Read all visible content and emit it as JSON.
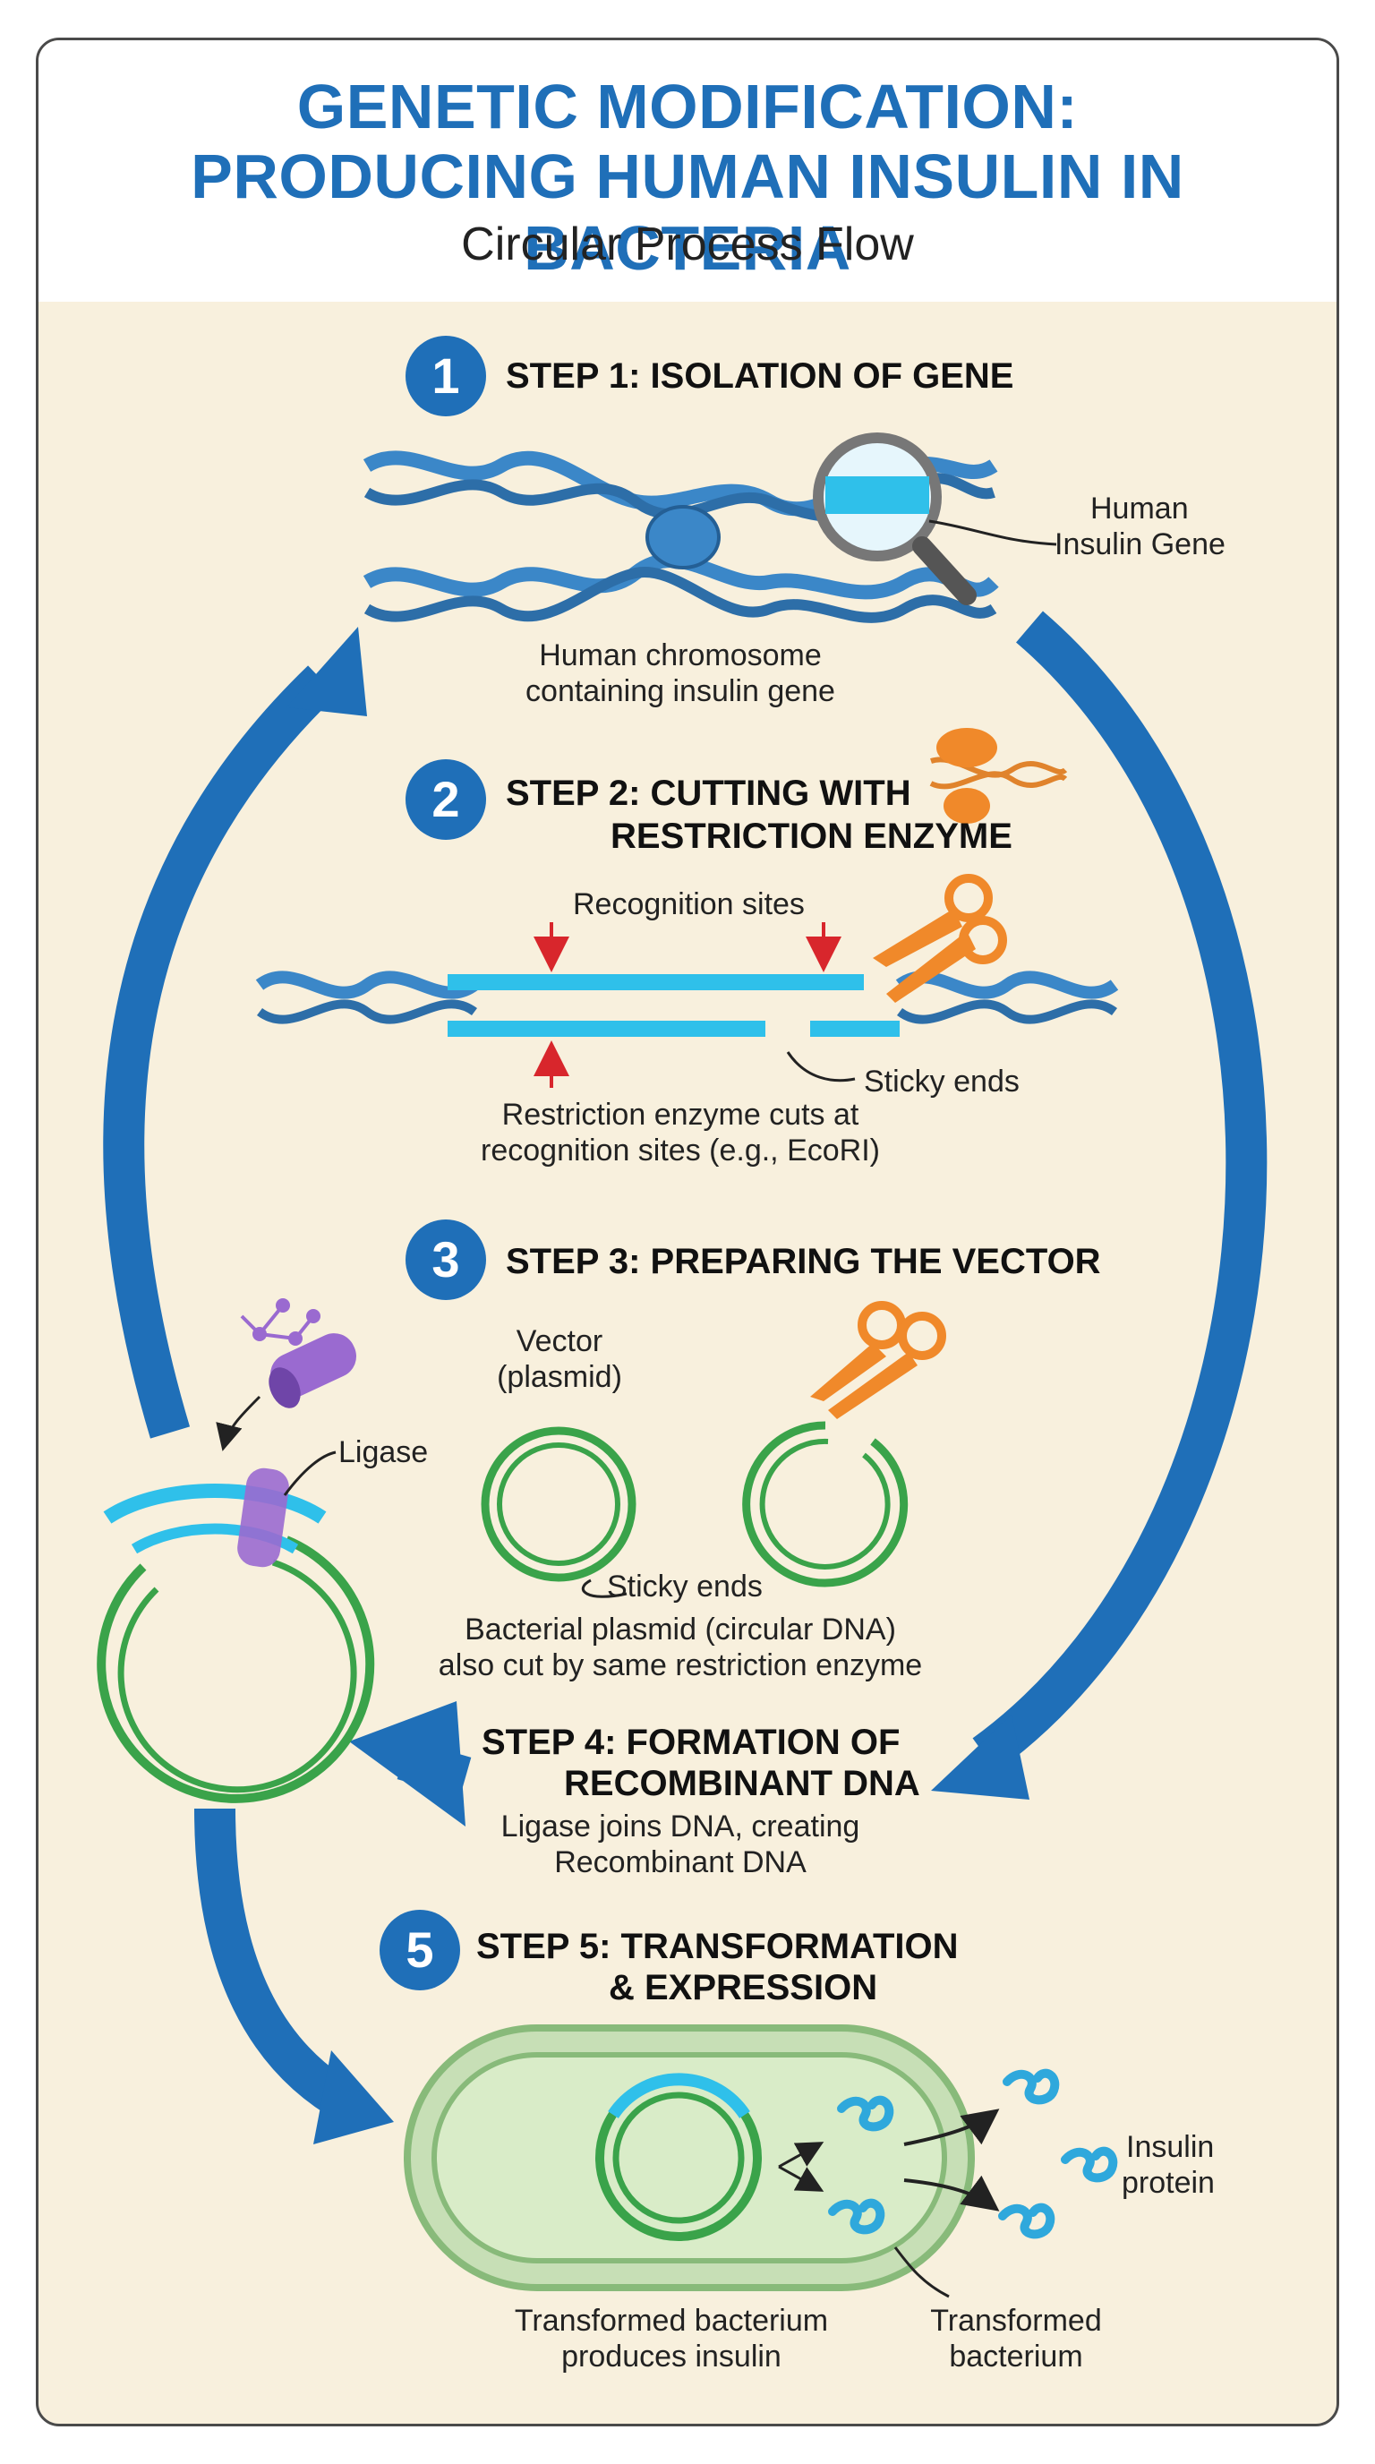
{
  "header": {
    "title_line1": "GENETIC MODIFICATION:",
    "title_line2": "PRODUCING HUMAN INSULIN IN BACTERIA",
    "subtitle": "Circular Process Flow"
  },
  "steps": [
    {
      "number": "1",
      "heading": "STEP 1: ISOLATION OF GENE"
    },
    {
      "number": "2",
      "heading_line1": "STEP 2: CUTTING WITH",
      "heading_line2": "RESTRICTION ENZYME"
    },
    {
      "number": "3",
      "heading": "STEP 3: PREPARING THE VECTOR"
    },
    {
      "heading_line1": "STEP 4: FORMATION OF",
      "heading_line2": "RECOMBINANT DNA",
      "desc_line1": "Ligase joins DNA, creating",
      "desc_line2": "Recombinant DNA"
    },
    {
      "number": "5",
      "heading_line1": "STEP 5: TRANSFORMATION",
      "heading_line2": "& EXPRESSION"
    }
  ],
  "labels": {
    "human_insulin_gene_line1": "Human",
    "human_insulin_gene_line2": "Insulin Gene",
    "chromosome_line1": "Human chromosome",
    "chromosome_line2": "containing insulin gene",
    "recognition_sites": "Recognition sites",
    "sticky_ends": "Sticky ends",
    "cuts_line1": "Restriction enzyme cuts at",
    "cuts_line2": "recognition sites (e.g., EcoRI)",
    "vector_line1": "Vector",
    "vector_line2": "(plasmid)",
    "sticky_ends_plasmid": "Sticky ends",
    "plasmid_desc_line1": "Bacterial plasmid (circular DNA)",
    "plasmid_desc_line2": "also cut by same restriction enzyme",
    "ligase": "Ligase",
    "insulin_protein_line1": "Insulin",
    "insulin_protein_line2": "protein",
    "bacterium_produces_line1": "Transformed bacterium",
    "bacterium_produces_line2": "produces insulin",
    "transformed_bacterium_line1": "Transformed",
    "transformed_bacterium_line2": "bacterium"
  },
  "colors": {
    "accent_blue": "#1f6fb8",
    "dna_blue": "#3b87c8",
    "gene_cyan": "#2fc0ea",
    "plasmid_green": "#3aa34a",
    "ligase_purple": "#9a6ad0",
    "scissors_orange": "#f0892a",
    "arrow_red": "#d8262c",
    "background_cream": "#f8f0dd"
  },
  "icons": [
    "dna-helix-icon",
    "magnifier-icon",
    "enzyme-icon",
    "scissors-icon",
    "ligase-icon",
    "plasmid-icon",
    "bacterium-icon",
    "insulin-protein-icon"
  ]
}
